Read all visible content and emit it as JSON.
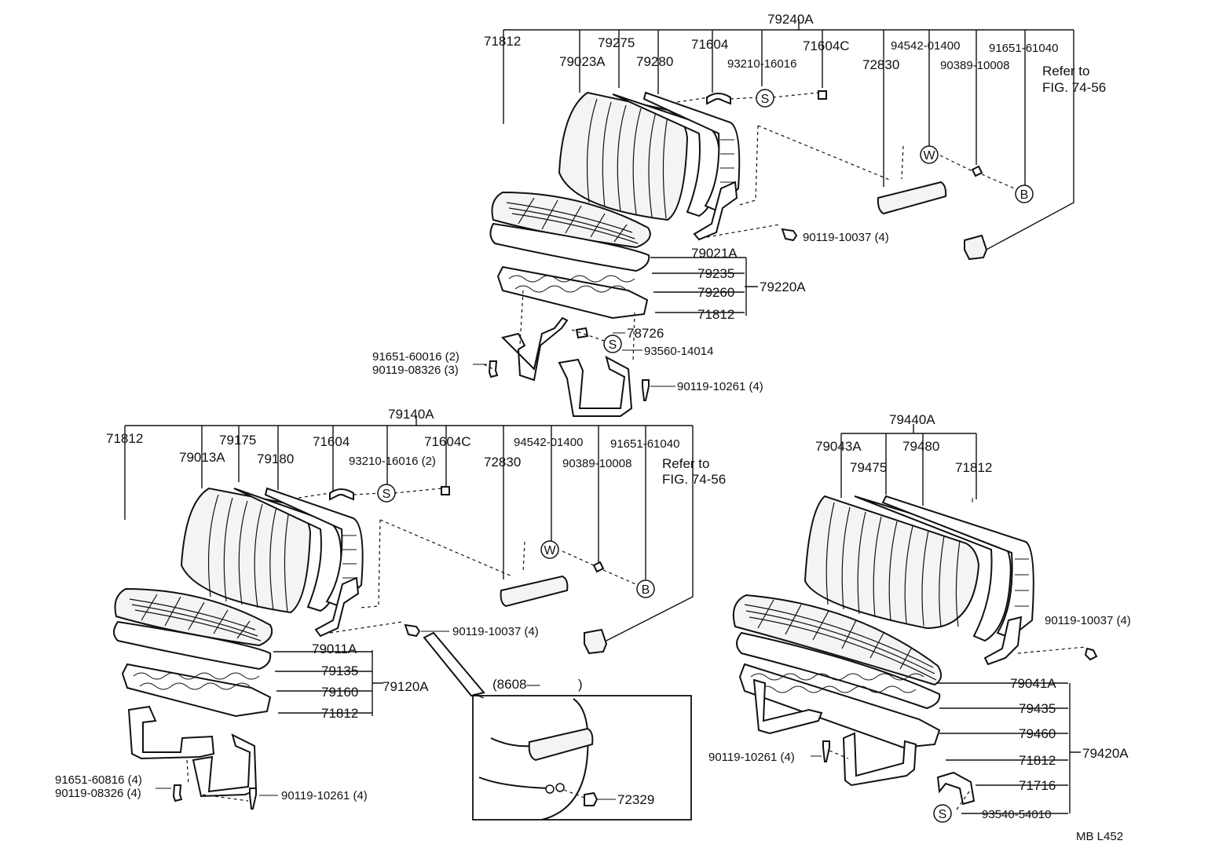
{
  "labels": {
    "s1_assy": "79240A",
    "s1_71812": "71812",
    "s1_79023A": "79023A",
    "s1_79275": "79275",
    "s1_79280": "79280",
    "s1_71604": "71604",
    "s1_93210": "93210-16016",
    "s1_71604C": "71604C",
    "s1_72830": "72830",
    "s1_94542": "94542-01400",
    "s1_90389": "90389-10008",
    "s1_91651": "91651-61040",
    "s1_refer1": "Refer to",
    "s1_refer2": "FIG. 74-56",
    "s1_90119_10037": "90119-10037 (4)",
    "s1_79021A": "79021A",
    "s1_79235": "79235",
    "s1_79260": "79260",
    "s1_71812b": "71812",
    "s1_79220A": "79220A",
    "s1_78726": "78726",
    "s1_93560": "93560-14014",
    "s1_91651_60016": "91651-60016 (2)",
    "s1_90119_08326": "90119-08326 (3)",
    "s1_90119_10261": "90119-10261 (4)",
    "s2_assy": "79140A",
    "s2_71812": "71812",
    "s2_79013A": "79013A",
    "s2_79175": "79175",
    "s2_79180": "79180",
    "s2_71604": "71604",
    "s2_93210": "93210-16016 (2)",
    "s2_71604C": "71604C",
    "s2_72830": "72830",
    "s2_94542": "94542-01400",
    "s2_90389": "90389-10008",
    "s2_91651": "91651-61040",
    "s2_refer1": "Refer to",
    "s2_refer2": "FIG. 74-56",
    "s2_90119_10037": "90119-10037 (4)",
    "s2_79011A": "79011A",
    "s2_79135": "79135",
    "s2_79160": "79160",
    "s2_71812b": "71812",
    "s2_79120A": "79120A",
    "s2_91651_60816": "91651-60816 (4)",
    "s2_90119_08326": "90119-08326 (4)",
    "s2_90119_10261": "90119-10261 (4)",
    "inset_title": "(8608—",
    "inset_close": ")",
    "inset_72329": "72329",
    "s3_assy": "79440A",
    "s3_79043A": "79043A",
    "s3_79475": "79475",
    "s3_79480": "79480",
    "s3_71812": "71812",
    "s3_90119_10037": "90119-10037 (4)",
    "s3_79041A": "79041A",
    "s3_79435": "79435",
    "s3_79460": "79460",
    "s3_71812b": "71812",
    "s3_79420A": "79420A",
    "s3_71716": "71716",
    "s3_93540": "93540-54010",
    "s3_90119_10261": "90119-10261 (4)",
    "code": "MB  L452"
  },
  "symbols": {
    "s": "S",
    "w": "W",
    "b": "B"
  }
}
